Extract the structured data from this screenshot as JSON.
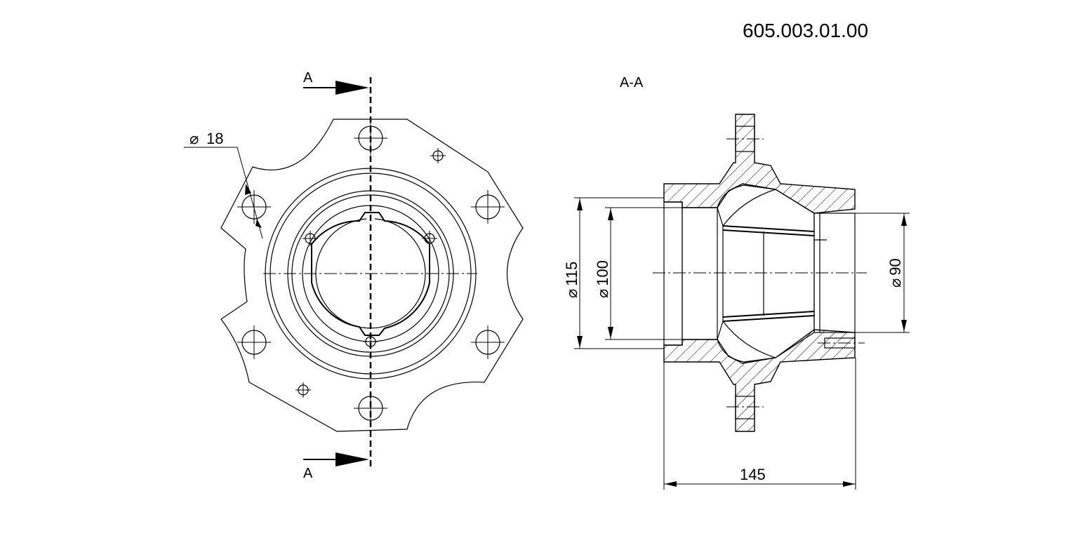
{
  "drawing_number": "605.003.01.00",
  "section_title": "A-A",
  "cut_label_top": "A",
  "cut_label_bottom": "A",
  "hole_diameter_label": "18",
  "dimensions": {
    "d115": "115",
    "d100": "100",
    "d90": "90",
    "length": "145"
  },
  "diameter_symbol": "⌀"
}
